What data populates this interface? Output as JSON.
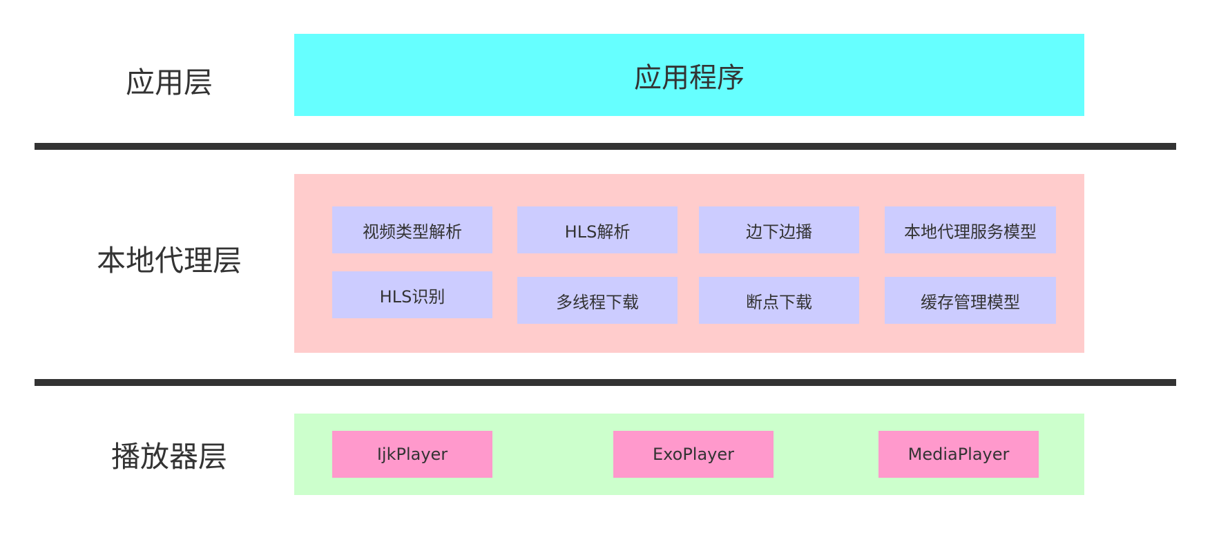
{
  "layers": {
    "app": {
      "label": "应用层",
      "box_text": "应用程序",
      "color": "#66ffff"
    },
    "proxy": {
      "label": "本地代理层",
      "color": "#ffcccc",
      "module_color": "#ccccff",
      "modules": [
        "视频类型解析",
        "HLS解析",
        "边下边播",
        "本地代理服务模型",
        "HLS识别",
        "多线程下载",
        "断点下载",
        "缓存管理模型"
      ]
    },
    "player": {
      "label": "播放器层",
      "color": "#ccffcc",
      "module_color": "#ff99cc",
      "modules": [
        "IjkPlayer",
        "ExoPlayer",
        "MediaPlayer"
      ]
    }
  },
  "divider_color": "#333333"
}
